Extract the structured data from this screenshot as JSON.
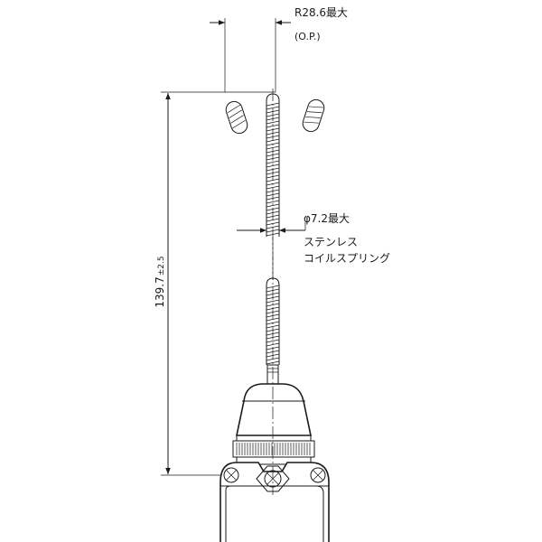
{
  "dimensions": {
    "radius_label": "R28.6最大",
    "op_label": "(O.P.)",
    "diameter_label": "φ7.2最大",
    "height_value": "139.7",
    "height_tolerance": "±2.5"
  },
  "annotations": {
    "spring_line1": "ステンレス",
    "spring_line2": "コイルスプリング"
  }
}
